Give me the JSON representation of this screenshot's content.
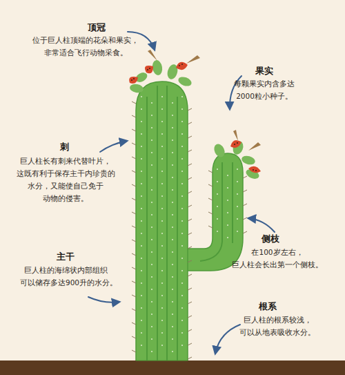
{
  "diagram": {
    "labels": [
      "顶冠",
      "位于巨人柱顶端的花朵和果实， 非常适合飞行动物采食。",
      "果实",
      "每颗果实内含多达 2000粒小种子。",
      "刺",
      "巨人柱长有刺来代替叶片， 这既有利于保存主干内珍贵的 水分，又能使自己免于 动物的侵害。",
      "侧枝",
      "在100岁左右， 巨人柱会长出第一个侧枝。",
      "主干",
      "巨人柱的海绵状内部组织 可以储存多达900升的水分。",
      "根系",
      "巨人柱的根系较浅， 可以从地表吸收水分。"
    ]
  }
}
